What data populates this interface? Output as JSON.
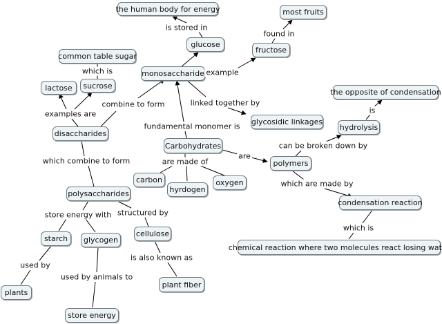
{
  "concepts": {
    "human_body_energy": "the human body for energy",
    "most_fruits": "most fruits",
    "glucose": "glucose",
    "fructose": "fructose",
    "common_table_sugar": "common table sugar",
    "lactose": "lactose",
    "sucrose": "sucrose",
    "monosaccharide": "monosaccharide",
    "opposite_condensation": "the opposite of condensation",
    "glycosidic_linkages": "glycosidic linkages",
    "hydrolysis": "hydrolysis",
    "disaccharides": "disaccharides",
    "carbohydrates": "Carbohydrates",
    "polymers": "polymers",
    "carbon": "carbon",
    "hyrdogen": "hyrdogen",
    "oxygen": "oxygen",
    "polysaccharides": "polysaccharides",
    "condensation_reaction": "condensation reaction",
    "starch": "starch",
    "glycogen": "glycogen",
    "cellulose": "cellulose",
    "chemical_reaction": "chemical reaction where two molecules react losing water",
    "plants": "plants",
    "plant_fiber": "plant fiber",
    "store_energy": "store energy"
  },
  "links": {
    "is_stored_in": "is stored in",
    "found_in": "found in",
    "which_is_1": "which is",
    "example": "example",
    "combine_to_form": "combine to form",
    "linked_together_by": "linked together by",
    "examples_are": "examples are",
    "is": "is",
    "fundamental_monomer_is": "fundamental monomer is",
    "can_be_broken_down_by": "can be broken down by",
    "are": "are",
    "which_combine_to_form": "which combine to form",
    "are_made_of": "are made of",
    "which_are_made_by": "which are made by",
    "structured_by": "structured by",
    "store_energy_with": "store energy with",
    "which_is_2": "which is",
    "is_also_known_as": "is also known as",
    "used_by": "used by",
    "used_by_animals_to": "used by animals to"
  }
}
